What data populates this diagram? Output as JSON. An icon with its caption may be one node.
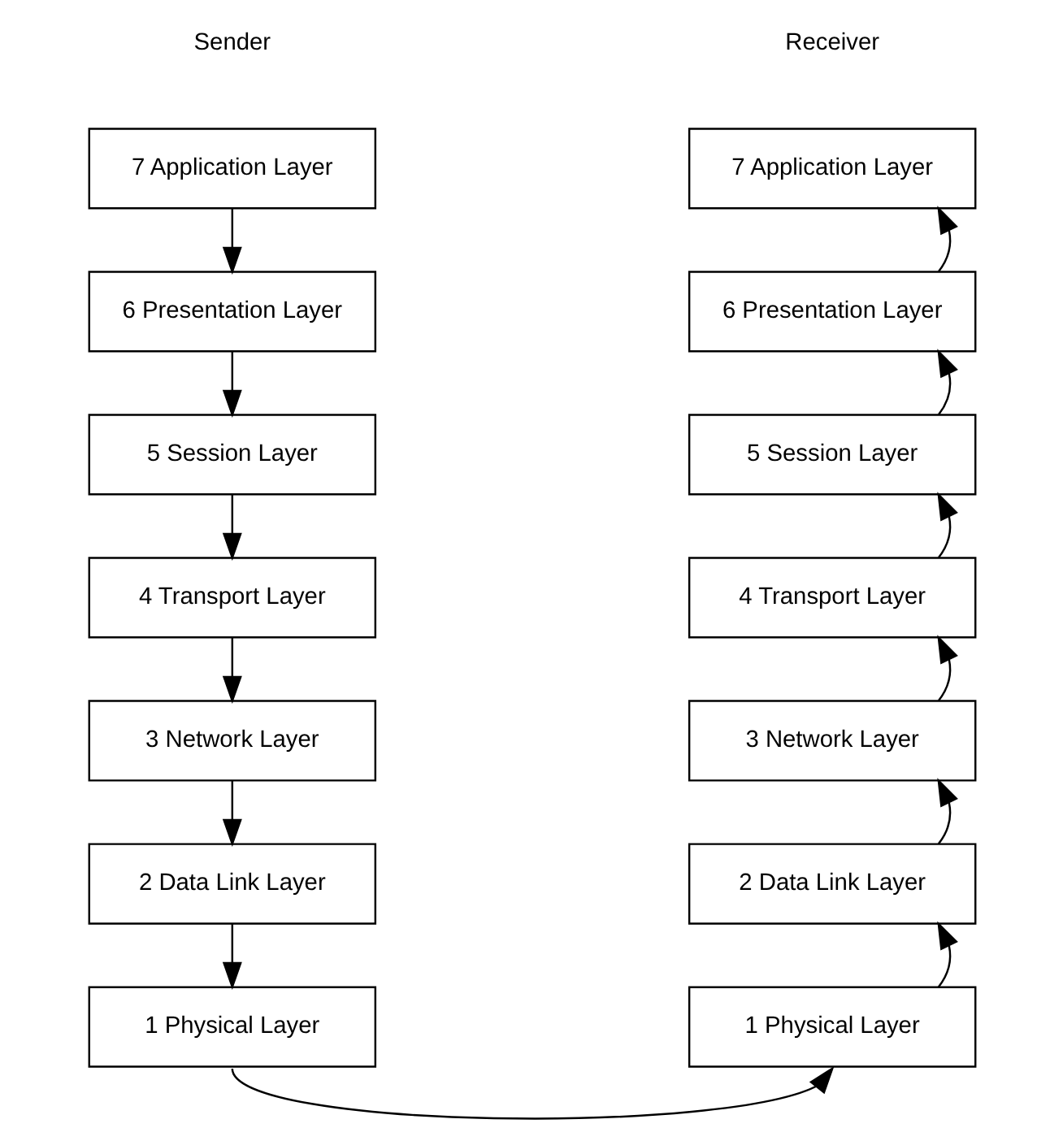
{
  "diagram": {
    "nodes": [
      {
        "text": [
          "7 Application Layer"
        ]
      },
      {
        "text": [
          "6 Presentation Layer"
        ]
      },
      {
        "text": [
          "5 Session Layer"
        ]
      },
      {
        "text": [
          "4 Transport Layer"
        ]
      },
      {
        "text": [
          "3 Network Layer"
        ]
      },
      {
        "text": [
          "2 Data Link Layer"
        ]
      },
      {
        "text": [
          "1 Physical Layer"
        ]
      },
      {
        "text": [
          "7 Application Layer"
        ]
      },
      {
        "text": [
          "6 Presentation Layer"
        ]
      },
      {
        "text": [
          "5 Session Layer"
        ]
      },
      {
        "text": [
          "4 Transport Layer"
        ]
      },
      {
        "text": [
          "3 Network Layer"
        ]
      },
      {
        "text": [
          "2 Data Link Layer"
        ]
      },
      {
        "text": [
          "1 Physical Layer"
        ]
      }
    ],
    "edges": [
      {
        "from": 0,
        "to": 1,
        "arrow": "to"
      },
      {
        "from": 1,
        "to": 2,
        "arrow": "to"
      },
      {
        "from": 2,
        "to": 3,
        "arrow": "to"
      },
      {
        "from": 3,
        "to": 4,
        "arrow": "to"
      },
      {
        "from": 4,
        "to": 5,
        "arrow": "to"
      },
      {
        "from": 5,
        "to": 6,
        "arrow": "to"
      },
      {
        "from": 6,
        "to": 13,
        "arrow": "to"
      },
      {
        "from": 13,
        "to": 12,
        "arrow": "to"
      },
      {
        "from": 12,
        "to": 11,
        "arrow": "to"
      },
      {
        "from": 11,
        "to": 10,
        "arrow": "to"
      },
      {
        "from": 10,
        "to": 9,
        "arrow": "to"
      },
      {
        "from": 9,
        "to": 8,
        "arrow": "to"
      },
      {
        "from": 8,
        "to": 7,
        "arrow": "to"
      }
    ],
    "labels": [
      "Sender",
      "Receiver"
    ]
  }
}
